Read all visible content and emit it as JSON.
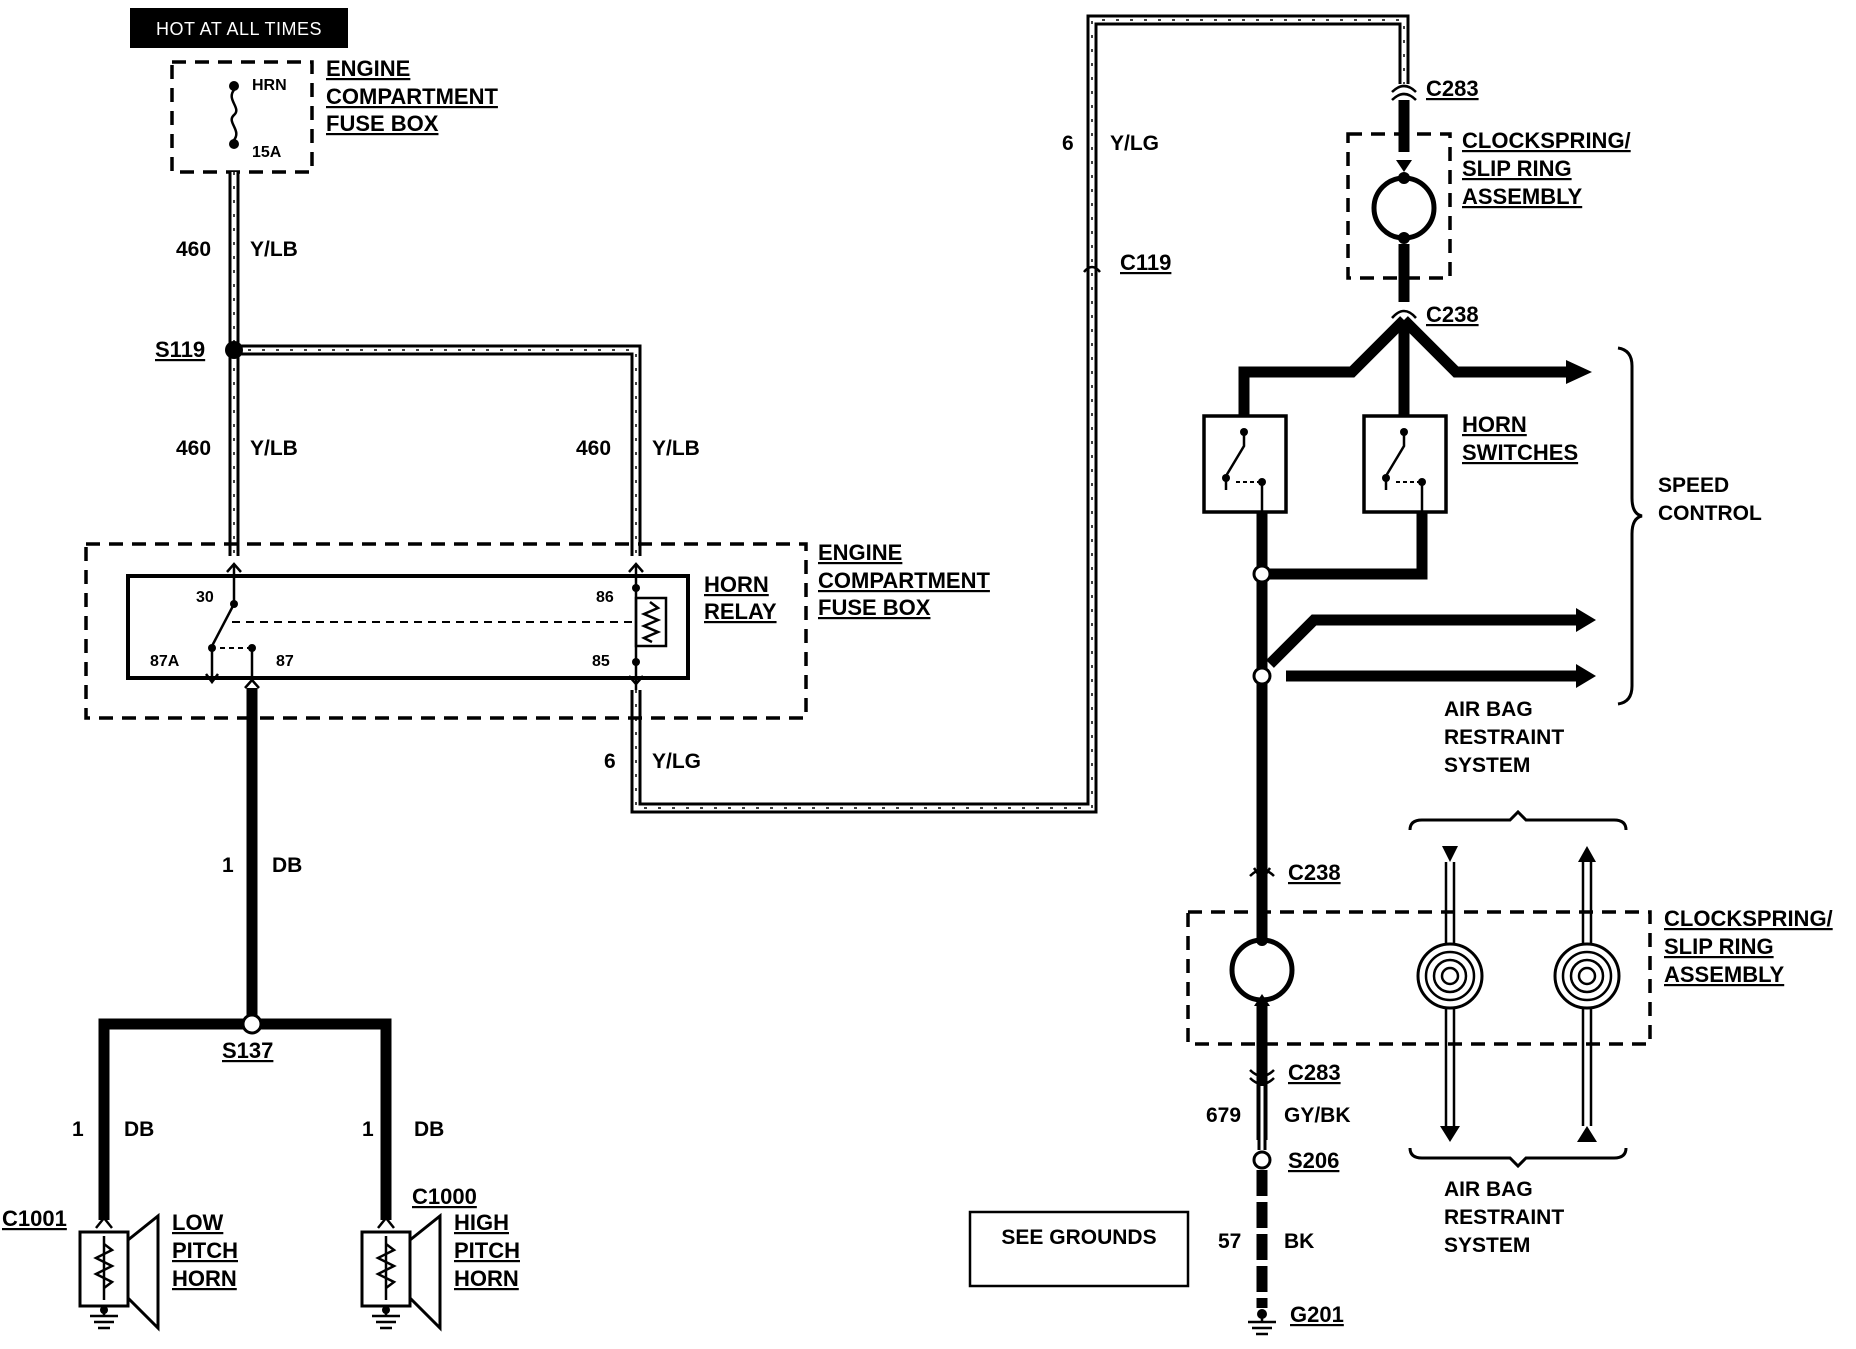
{
  "hot_label": "HOT AT ALL TIMES",
  "fuse": {
    "name": "HRN",
    "rating": "15A"
  },
  "fuse_box_title": [
    "ENGINE",
    "COMPARTMENT",
    "FUSE BOX"
  ],
  "relay_box_title": [
    "ENGINE",
    "COMPARTMENT",
    "FUSE BOX"
  ],
  "relay_title": [
    "HORN",
    "RELAY"
  ],
  "relay_pins": {
    "p30": "30",
    "p86": "86",
    "p87a": "87A",
    "p87": "87",
    "p85": "85"
  },
  "wires": {
    "w460a": {
      "num": "460",
      "color": "Y/LB"
    },
    "w460b": {
      "num": "460",
      "color": "Y/LB"
    },
    "w460c": {
      "num": "460",
      "color": "Y/LB"
    },
    "w6a": {
      "num": "6",
      "color": "Y/LG"
    },
    "w6b": {
      "num": "6",
      "color": "Y/LG"
    },
    "w1a": {
      "num": "1",
      "color": "DB"
    },
    "w1b": {
      "num": "1",
      "color": "DB"
    },
    "w1c": {
      "num": "1",
      "color": "DB"
    },
    "w679": {
      "num": "679",
      "color": "GY/BK"
    },
    "w57": {
      "num": "57",
      "color": "BK"
    }
  },
  "splices": {
    "s119": "S119",
    "s137": "S137",
    "s206": "S206"
  },
  "connectors": {
    "c283_top": "C283",
    "c119": "C119",
    "c238_top": "C238",
    "c238_bottom": "C238",
    "c283_bottom": "C283",
    "c1001": "C1001",
    "c1000": "C1000",
    "g201": "G201"
  },
  "horns": {
    "low": [
      "LOW",
      "PITCH",
      "HORN"
    ],
    "high": [
      "HIGH",
      "PITCH",
      "HORN"
    ]
  },
  "clockspring_top": [
    "CLOCKSPRING/",
    "SLIP RING",
    "ASSEMBLY"
  ],
  "clockspring_bottom": [
    "CLOCKSPRING/",
    "SLIP RING",
    "ASSEMBLY"
  ],
  "horn_switches": [
    "HORN",
    "SWITCHES"
  ],
  "speed_control": [
    "SPEED",
    "CONTROL"
  ],
  "airbag_mid": [
    "AIR BAG",
    "RESTRAINT",
    "SYSTEM"
  ],
  "airbag_bottom": [
    "AIR BAG",
    "RESTRAINT",
    "SYSTEM"
  ],
  "see_grounds": "SEE GROUNDS"
}
